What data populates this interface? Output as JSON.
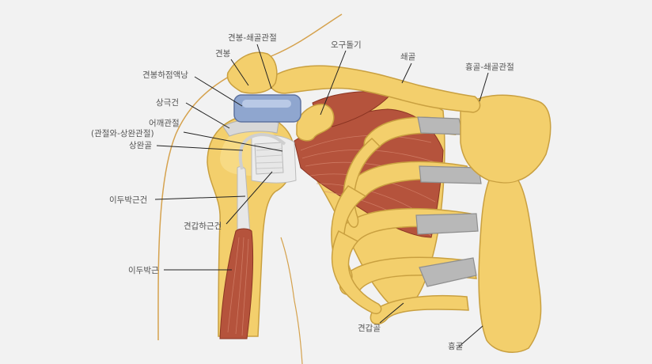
{
  "labels": {
    "acromioclavicular_joint": "견봉-쇄골관절",
    "acromion": "견봉",
    "coracoid_process": "오구돌기",
    "clavicle": "쇄골",
    "sternoclavicular_joint": "흉골-쇄골관절",
    "subacromial_bursa": "견봉하점액낭",
    "supraspinatus_tendon": "상극건",
    "shoulder_joint_line1": "어깨관절",
    "shoulder_joint_line2": "(관절와-상완관절)",
    "humerus": "상완골",
    "biceps_tendon": "이두박근건",
    "subscapularis_tendon": "견갑하근건",
    "biceps_muscle": "이두박근",
    "scapula": "견갑골",
    "sternum": "흉골"
  },
  "colors": {
    "background": "#f2f2f2",
    "bone": "#f3cf6c",
    "muscle": "#b5533c",
    "cartilage": "#b8b8b8",
    "bursa": "#8fa6cf",
    "label_text": "#555555"
  }
}
